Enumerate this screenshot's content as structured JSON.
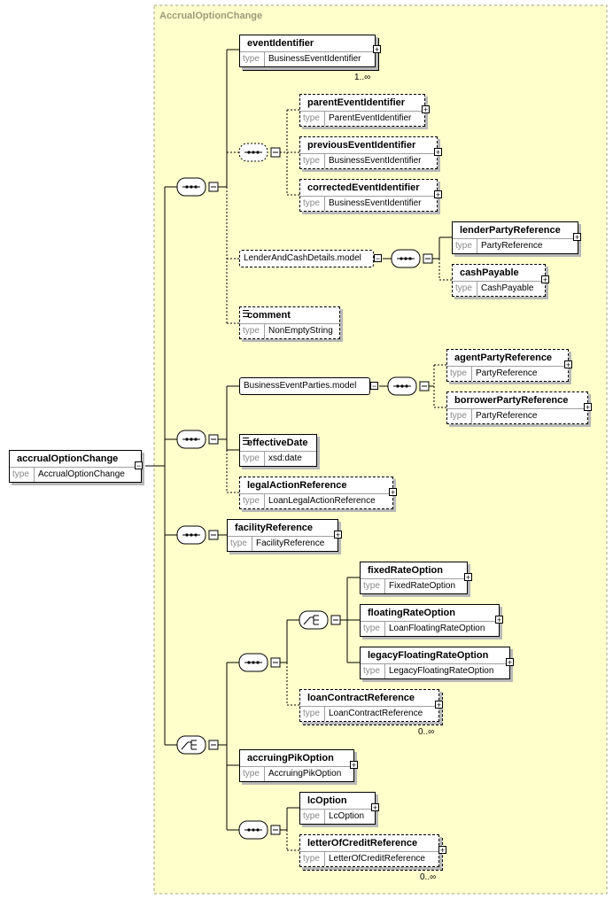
{
  "diagram": {
    "group_title": "AccrualOptionChange",
    "type_label": "type",
    "root": {
      "name": "accrualOptionChange",
      "type": "AccrualOptionChange"
    },
    "elements": {
      "eventIdentifier": {
        "name": "eventIdentifier",
        "type": "BusinessEventIdentifier",
        "card": "1..∞"
      },
      "parentEventIdentifier": {
        "name": "parentEventIdentifier",
        "type": "ParentEventIdentifier"
      },
      "previousEventIdentifier": {
        "name": "previousEventIdentifier",
        "type": "BusinessEventIdentifier"
      },
      "correctedEventIdentifier": {
        "name": "correctedEventIdentifier",
        "type": "BusinessEventIdentifier"
      },
      "lenderPartyReference": {
        "name": "lenderPartyReference",
        "type": "PartyReference"
      },
      "cashPayable": {
        "name": "cashPayable",
        "type": "CashPayable"
      },
      "comment": {
        "name": "comment",
        "type": "NonEmptyString"
      },
      "agentPartyReference": {
        "name": "agentPartyReference",
        "type": "PartyReference"
      },
      "borrowerPartyReference": {
        "name": "borrowerPartyReference",
        "type": "PartyReference"
      },
      "effectiveDate": {
        "name": "effectiveDate",
        "type": "xsd:date"
      },
      "legalActionReference": {
        "name": "legalActionReference",
        "type": "LoanLegalActionReference"
      },
      "facilityReference": {
        "name": "facilityReference",
        "type": "FacilityReference"
      },
      "fixedRateOption": {
        "name": "fixedRateOption",
        "type": "FixedRateOption"
      },
      "floatingRateOption": {
        "name": "floatingRateOption",
        "type": "LoanFloatingRateOption"
      },
      "legacyFloatingRateOption": {
        "name": "legacyFloatingRateOption",
        "type": "LegacyFloatingRateOption"
      },
      "loanContractReference": {
        "name": "loanContractReference",
        "type": "LoanContractReference",
        "card": "0..∞"
      },
      "accruingPikOption": {
        "name": "accruingPikOption",
        "type": "AccruingPikOption"
      },
      "lcOption": {
        "name": "lcOption",
        "type": "LcOption"
      },
      "letterOfCreditReference": {
        "name": "letterOfCreditReference",
        "type": "LetterOfCreditReference",
        "card": "0..∞"
      }
    },
    "models": {
      "lenderCash": "LenderAndCashDetails.model",
      "businessParties": "BusinessEventParties.model"
    }
  }
}
